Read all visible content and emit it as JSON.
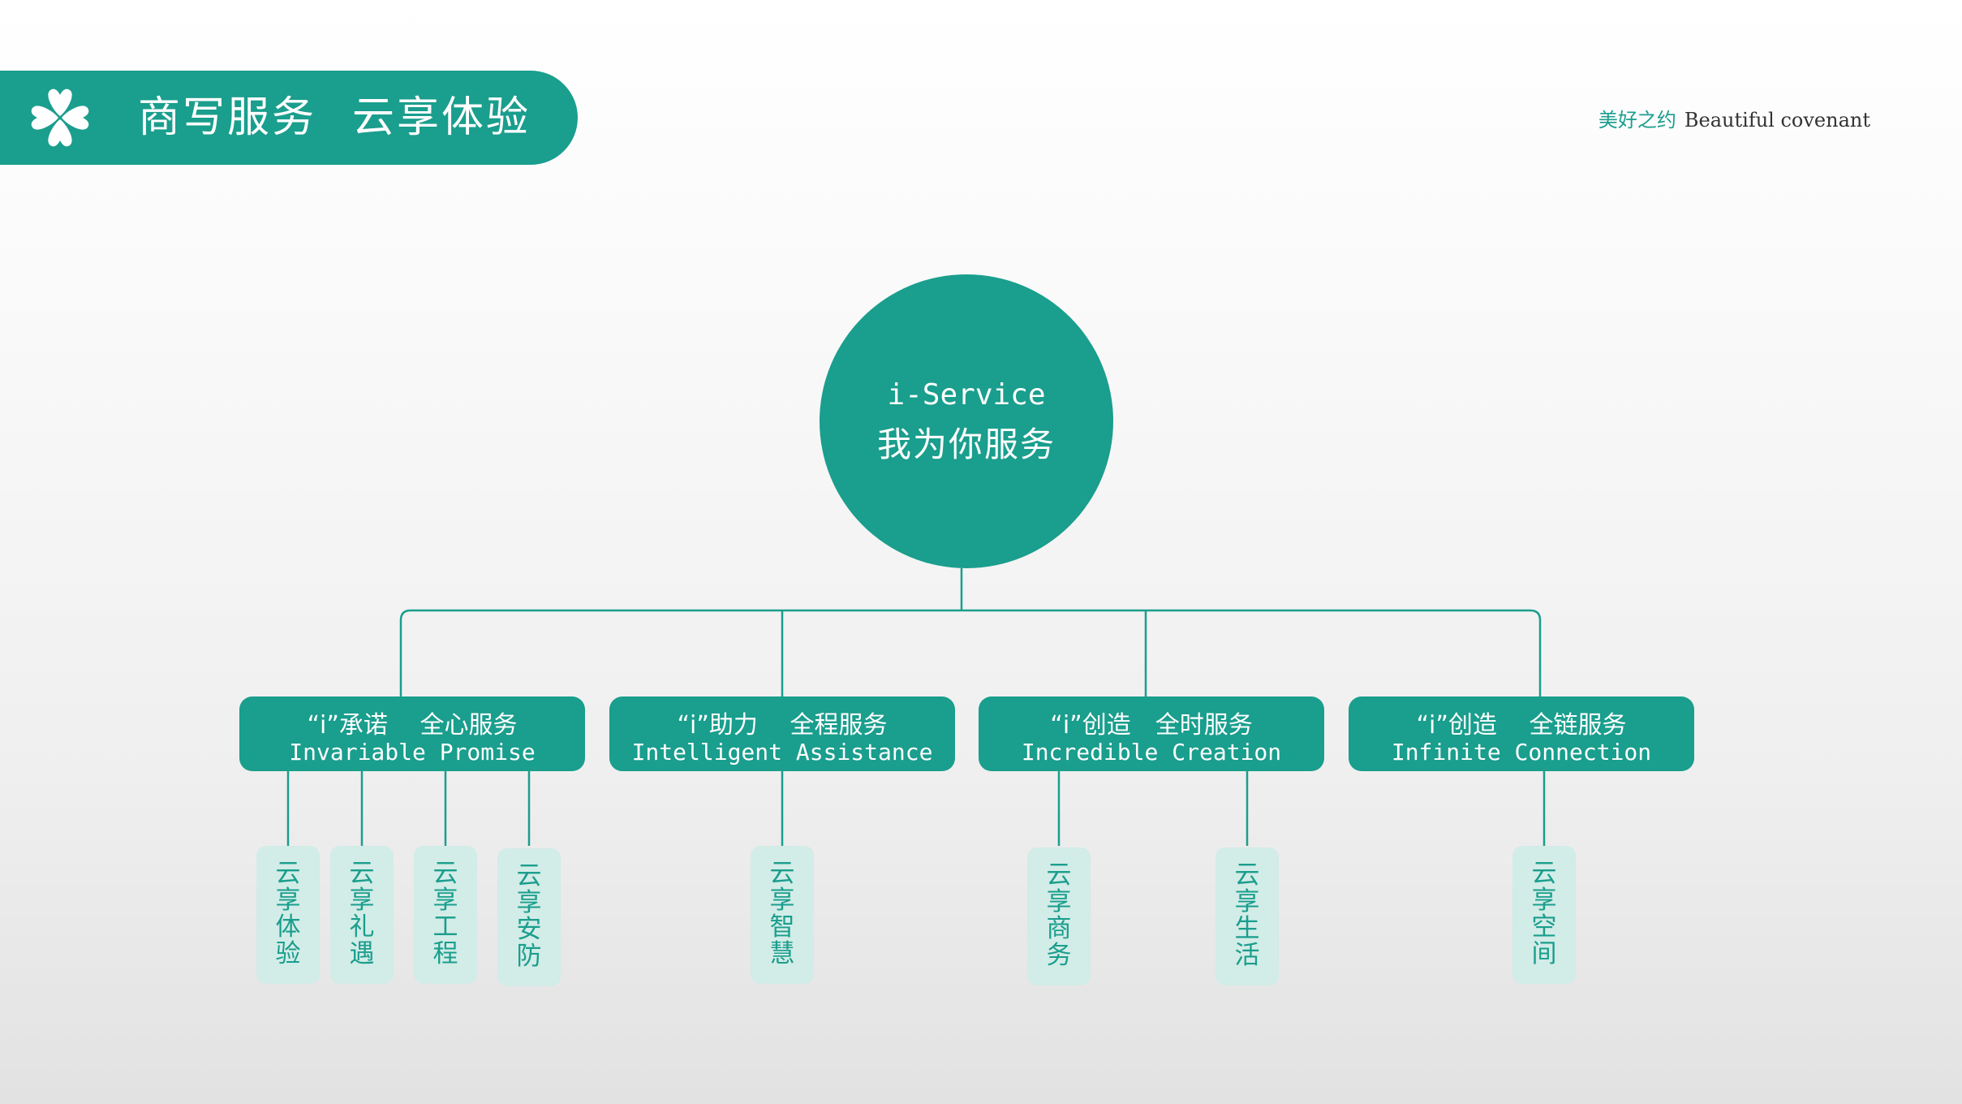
{
  "header": {
    "title_part1": "商写服务",
    "title_part2": "云享体验",
    "logo_icon": "four-leaf-clover-icon"
  },
  "tagline": {
    "cn": "美好之约",
    "en": "Beautiful covenant"
  },
  "colors": {
    "accent": "#1a9e8d",
    "leaf_bg": "#d2ece7",
    "line": "#1a9e8d"
  },
  "hub": {
    "en": "i-Service",
    "cn": "我为你服务"
  },
  "branches": [
    {
      "line1": "“i”承诺　 全心服务",
      "line2": "Invariable Promise",
      "leaves": [
        "云享体验",
        "云享礼遇",
        "云享工程",
        "云享安防"
      ]
    },
    {
      "line1": "“i”助力　 全程服务",
      "line2": "Intelligent Assistance",
      "leaves": [
        "云享智慧"
      ]
    },
    {
      "line1": "“i”创造　全时服务",
      "line2": "Incredible Creation",
      "leaves": [
        "云享商务",
        "云享生活"
      ]
    },
    {
      "line1": "“i”创造　 全链服务",
      "line2": "Infinite Connection",
      "leaves": [
        "云享空间"
      ]
    }
  ]
}
